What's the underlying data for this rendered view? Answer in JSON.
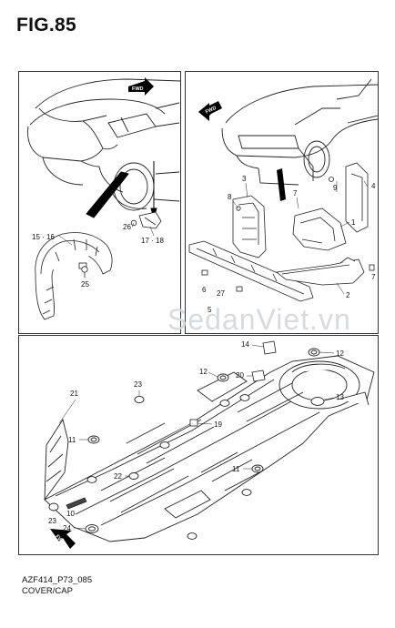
{
  "figure": {
    "title": "FIG.85",
    "code": "AZF414_P73_085",
    "description": "COVER/CAP"
  },
  "watermark": "SedanViet.vn",
  "fwd_label": "FWD",
  "callouts": {
    "left": [
      "15 · 16",
      "25",
      "26",
      "17 · 18"
    ],
    "right": [
      "3",
      "8",
      "7",
      "9",
      "4",
      "1",
      "6",
      "27",
      "5",
      "2",
      "7"
    ],
    "bottom": [
      "14",
      "12",
      "12",
      "20",
      "13",
      "23",
      "21",
      "19",
      "11",
      "11",
      "22",
      "23",
      "10",
      "24"
    ]
  }
}
